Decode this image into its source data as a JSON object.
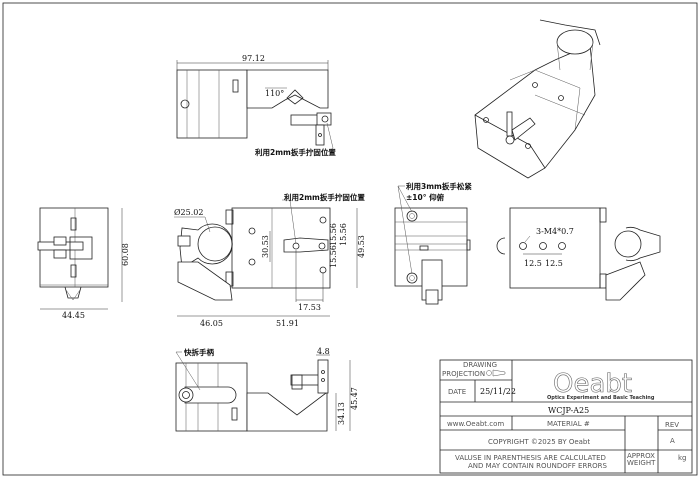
{
  "views": {
    "top": {
      "dim_length": "97.12",
      "angle": "110°",
      "note": "利用2mm扳手拧固位置"
    },
    "front": {
      "dia": "Ø25.02",
      "note": "利用2mm扳手拧固位置",
      "dim_left": "46.05",
      "dim_right": "51.91",
      "dim_hole_spacing": "30.53",
      "dim_a": "15.56",
      "dim_b": "15.56",
      "dim_height": "49.53",
      "dim_offset": "17.53"
    },
    "side": {
      "note_line1": "利用3mm扳手松紧",
      "note_line2": "±10° 仰俯"
    },
    "back": {
      "holes": "3-M4*0.7",
      "spacing_1": "12.5",
      "spacing_2": "12.5"
    },
    "left": {
      "dim_height": "60.08",
      "dim_width": "44.45"
    },
    "bottom": {
      "note": "快拆手柄",
      "dim_width": "4.8",
      "dim_height": "45.47",
      "dim_inner": "34.13"
    }
  },
  "title_block": {
    "drawing_label": "DRAWING",
    "projection_label": "PROJECTION",
    "date_label": "DATE",
    "date_value": "25/11/22",
    "logo_text": "Oeabt",
    "logo_tagline": "Optics Experiment and Basic Teaching",
    "part_number": "WCJP-A25",
    "website": "www.Oeabt.com",
    "material_label": "MATERIAL #",
    "rev_label": "REV",
    "rev_value": "A",
    "copyright": "COPYRIGHT ©2025 BY Oeabt",
    "note_line1": "VALUSE IN PARENTHESIS ARE CALCULATED",
    "note_line2": "AND MAY CONTAIN ROUNDOFF ERRORS",
    "weight_label_1": "APPROX",
    "weight_label_2": "WEIGHT",
    "weight_unit": "kg"
  }
}
